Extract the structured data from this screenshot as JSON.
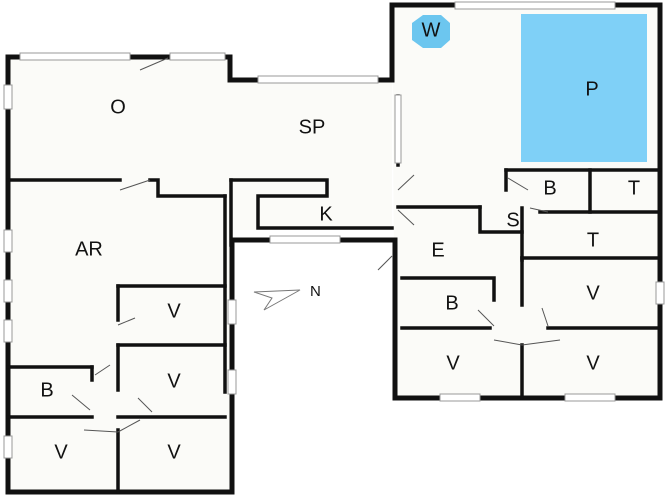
{
  "rooms": [
    {
      "key": "o",
      "label": "O"
    },
    {
      "key": "sp",
      "label": "SP"
    },
    {
      "key": "k",
      "label": "K"
    },
    {
      "key": "ar",
      "label": "AR"
    },
    {
      "key": "w",
      "label": "W"
    },
    {
      "key": "p",
      "label": "P"
    },
    {
      "key": "b-upper",
      "label": "B"
    },
    {
      "key": "t-upper",
      "label": "T"
    },
    {
      "key": "s",
      "label": "S"
    },
    {
      "key": "t-lower",
      "label": "T"
    },
    {
      "key": "e",
      "label": "E"
    },
    {
      "key": "b-right",
      "label": "B"
    },
    {
      "key": "v-right-mid",
      "label": "V"
    },
    {
      "key": "v-right-bl",
      "label": "V"
    },
    {
      "key": "v-right-br",
      "label": "V"
    },
    {
      "key": "v-left-1",
      "label": "V"
    },
    {
      "key": "v-left-2",
      "label": "V"
    },
    {
      "key": "b-left",
      "label": "B"
    },
    {
      "key": "v-left-bl",
      "label": "V"
    },
    {
      "key": "v-left-br",
      "label": "V"
    }
  ],
  "compass": {
    "label": "N"
  },
  "colors": {
    "pool": "#7fd0f7",
    "whirlpool": "#6cc6ef",
    "wall": "#111111"
  }
}
